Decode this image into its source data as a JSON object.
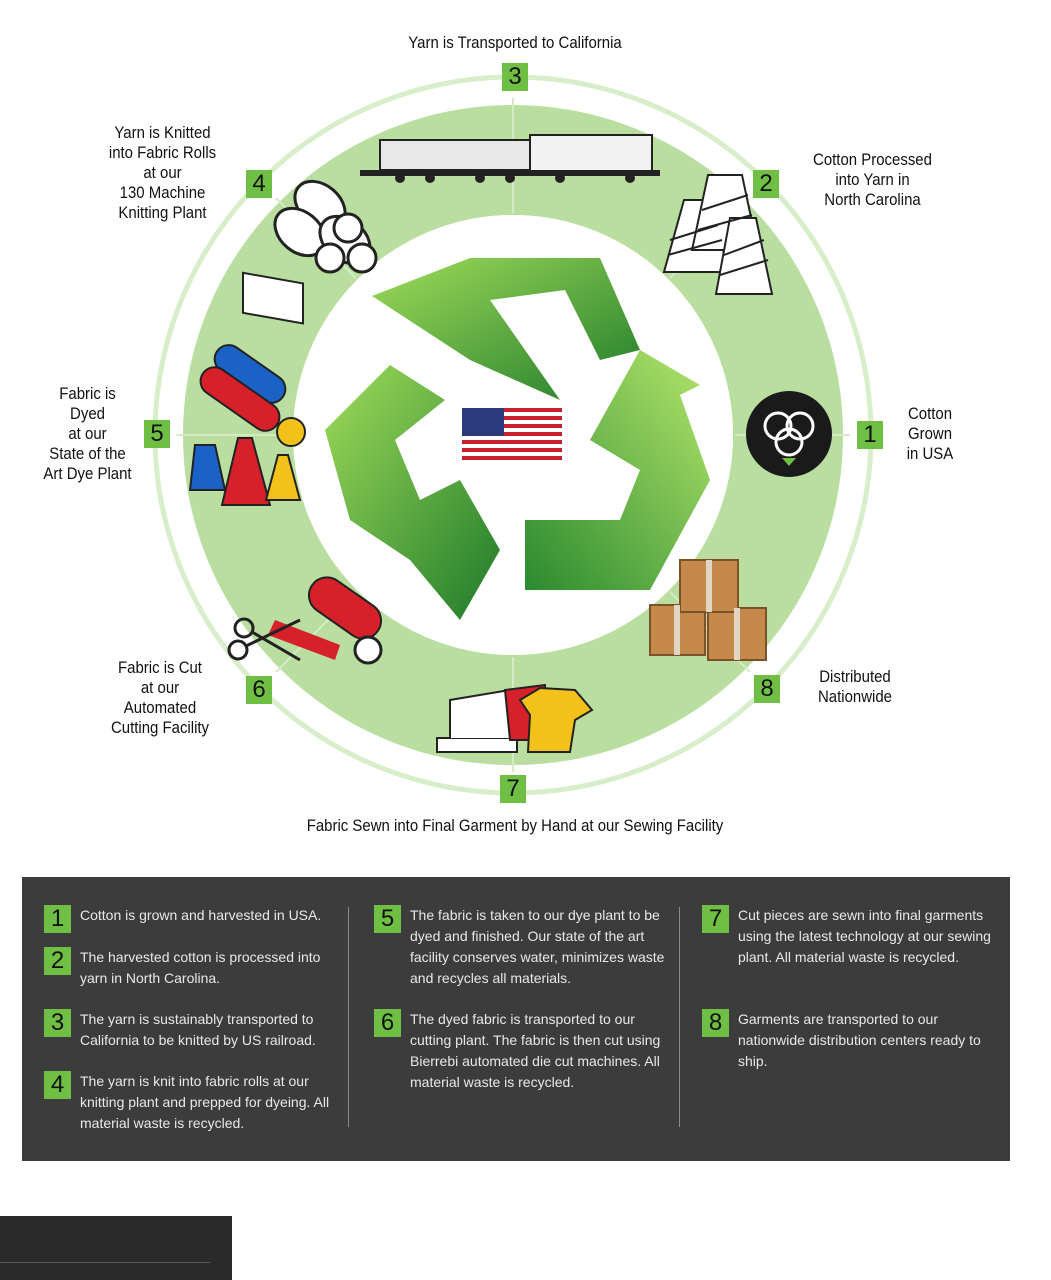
{
  "steps": [
    {
      "num": "1",
      "label": "Cotton\nGrown\nin USA",
      "icon": "cotton-icon"
    },
    {
      "num": "2",
      "label": "Cotton Processed\ninto Yarn in\nNorth Carolina",
      "icon": "yarn-cones-icon"
    },
    {
      "num": "3",
      "label": "Yarn is Transported to California",
      "icon": "train-icon"
    },
    {
      "num": "4",
      "label": "Yarn is Knitted\ninto Fabric Rolls\nat our\n130 Machine\nKnitting Plant",
      "icon": "fabric-rolls-icon"
    },
    {
      "num": "5",
      "label": "Fabric is\nDyed\nat our\nState of the\nArt Dye Plant",
      "icon": "dye-flasks-icon"
    },
    {
      "num": "6",
      "label": "Fabric is Cut\nat our\nAutomated\nCutting Facility",
      "icon": "scissors-fabric-icon"
    },
    {
      "num": "7",
      "label": "Fabric Sewn into Final Garment by Hand at our Sewing Facility",
      "icon": "sewing-machine-icon"
    },
    {
      "num": "8",
      "label": "Distributed\nNationwide",
      "icon": "boxes-icon"
    }
  ],
  "center_icons": [
    "recycle-icon",
    "usa-flag-icon"
  ],
  "details": [
    {
      "num": "1",
      "text": "Cotton is grown and harvested in USA."
    },
    {
      "num": "2",
      "text": "The harvested cotton is processed into yarn in North Carolina."
    },
    {
      "num": "3",
      "text": "The yarn is sustainably transported to California to be knitted by US railroad."
    },
    {
      "num": "4",
      "text": "The yarn is knit into fabric rolls at our knitting plant and prepped for dyeing. All material waste is recycled."
    },
    {
      "num": "5",
      "text": "The fabric is taken to our dye plant to be dyed and finished. Our state of the art facility conserves water, minimizes waste and recycles all materials."
    },
    {
      "num": "6",
      "text": "The dyed fabric is transported to our cutting plant. The fabric is then cut using Bierrebi automated die cut machines. All material waste is recycled."
    },
    {
      "num": "7",
      "text": "Cut pieces are sewn into final garments using the latest technology at our sewing plant. All material waste is recycled."
    },
    {
      "num": "8",
      "text": "Garments are transported to our nationwide distribution centers ready to ship."
    }
  ],
  "colors": {
    "accent": "#6fbf44",
    "ring": "#b9dea0",
    "ring_light": "#d8edca",
    "panel": "#3c3c3c",
    "recycle_dark": "#2e8b2e",
    "recycle_light": "#8fd14f"
  }
}
